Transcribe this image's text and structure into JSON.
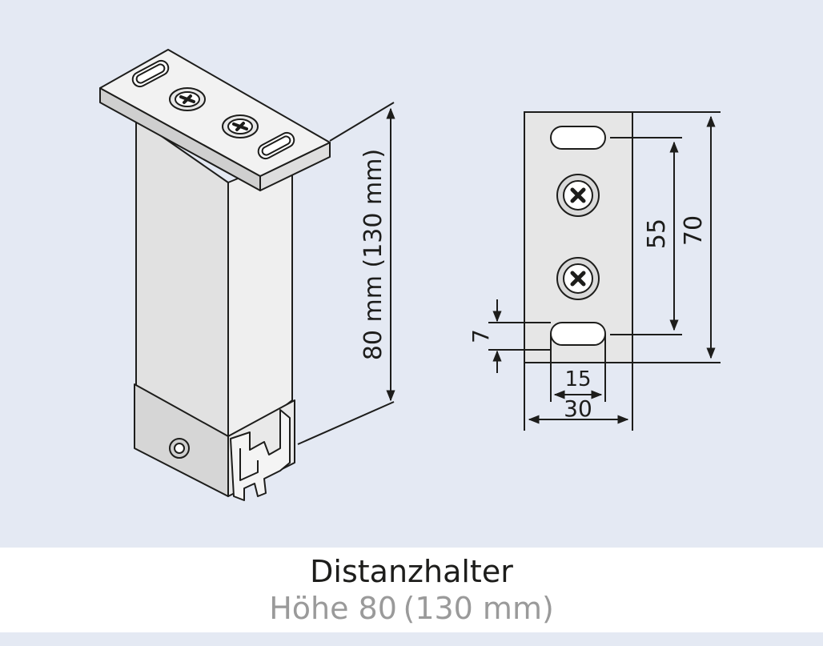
{
  "figure": {
    "iso_dimension_label": "80 mm (130 mm)",
    "front_view": {
      "dim_inner_height": "55",
      "dim_outer_height": "70",
      "dim_slot_height": "7",
      "dim_slot_width": "15",
      "dim_plate_width": "30"
    }
  },
  "caption": {
    "title": "Distanzhalter",
    "subtitle": "Höhe 80 (130 mm)"
  }
}
